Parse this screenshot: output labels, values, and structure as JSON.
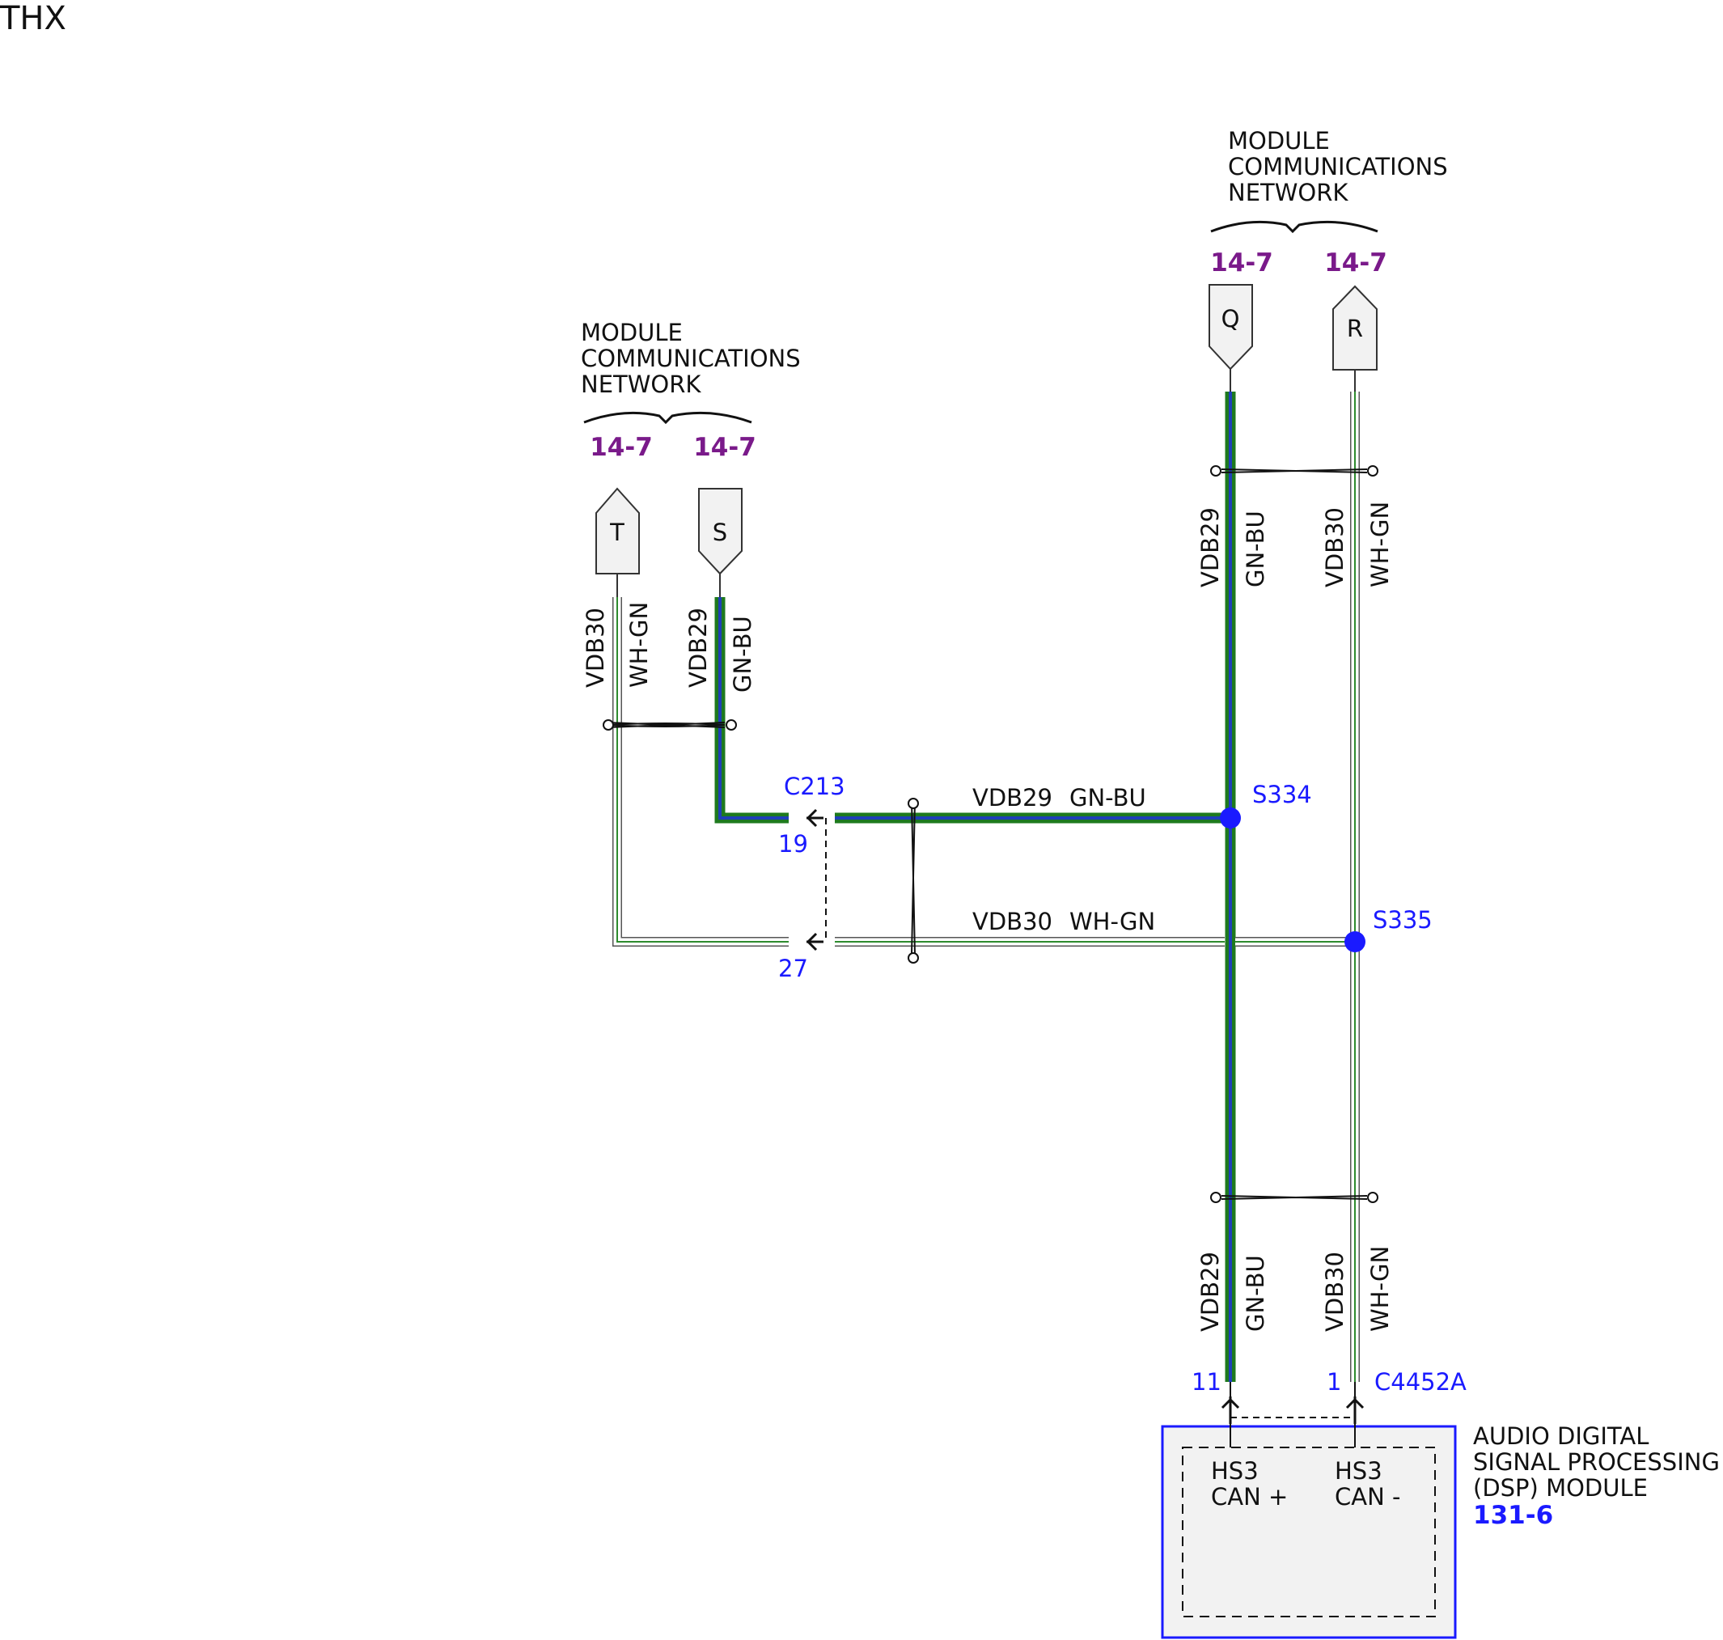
{
  "title": "THX",
  "colors": {
    "gn_bu_outer": "#1e7a1e",
    "gn_bu_inner": "#1f3fb8",
    "wh_gn_stripe": "#2e8b2e",
    "splice": "#1a1aff",
    "page_ref": "#7a1a8a",
    "component_border": "#1a1aff",
    "component_fill": "#f2f2f2"
  },
  "networks": {
    "left": {
      "label_lines": [
        "MODULE",
        "COMMUNICATIONS",
        "NETWORK"
      ]
    },
    "right": {
      "label_lines": [
        "MODULE",
        "COMMUNICATIONS",
        "NETWORK"
      ]
    }
  },
  "connectors_offpage": {
    "T": {
      "letter": "T",
      "page_ref": "14-7",
      "icon": "arrow-up-connector-icon"
    },
    "S": {
      "letter": "S",
      "page_ref": "14-7",
      "icon": "arrow-down-connector-icon"
    },
    "Q": {
      "letter": "Q",
      "page_ref": "14-7",
      "icon": "arrow-down-connector-icon"
    },
    "R": {
      "letter": "R",
      "page_ref": "14-7",
      "icon": "arrow-up-connector-icon"
    }
  },
  "wires": {
    "vdb29": {
      "circuit": "VDB29",
      "color": "GN-BU"
    },
    "vdb30": {
      "circuit": "VDB30",
      "color": "WH-GN"
    }
  },
  "inline_connector": {
    "id": "C213",
    "pin_vdb29": "19",
    "pin_vdb30": "27"
  },
  "splices": {
    "s334": "S334",
    "s335": "S335"
  },
  "module_connector": {
    "id": "C4452A",
    "pin_vdb29": "11",
    "pin_vdb30": "1"
  },
  "module": {
    "name_lines": [
      "AUDIO DIGITAL",
      "SIGNAL PROCESSING",
      "(DSP) MODULE"
    ],
    "page_ref": "131-6",
    "pin_left_lines": [
      "HS3",
      "CAN +"
    ],
    "pin_right_lines": [
      "HS3",
      "CAN -"
    ]
  }
}
